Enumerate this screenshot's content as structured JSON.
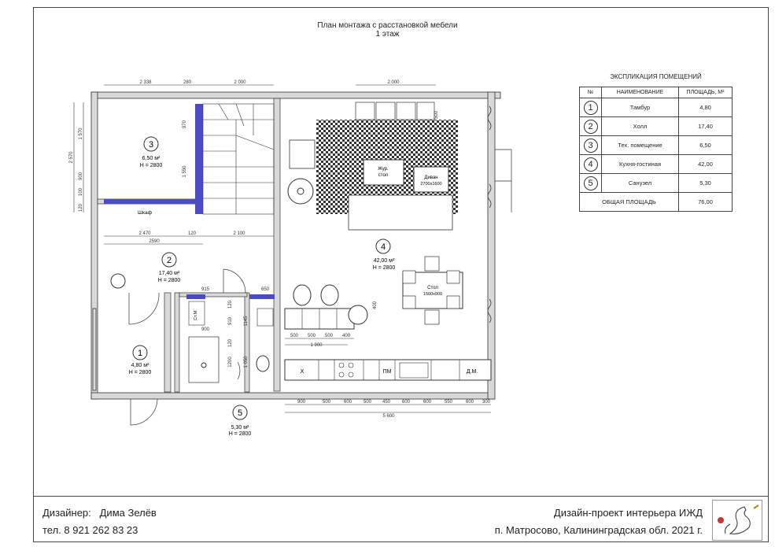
{
  "header": {
    "title_line1": "План монтажа с расстановкой мебели",
    "title_line2": "1 этаж"
  },
  "rooms": [
    {
      "num": "1",
      "area": "4,80 м²",
      "height": "Н = 2800"
    },
    {
      "num": "2",
      "area": "17,40 м²",
      "height": "Н = 2800"
    },
    {
      "num": "3",
      "area": "6,50 м²",
      "height": "Н = 2800"
    },
    {
      "num": "4",
      "area": "42,00 м²",
      "height": "Н = 2800"
    },
    {
      "num": "5",
      "area": "5,30 м²",
      "height": "Н = 2800"
    }
  ],
  "furniture": {
    "coffee_table_1": "Жур.",
    "coffee_table_2": "стол",
    "sofa_1": "Диван",
    "sofa_2": "2700х1600",
    "table_1": "Стол",
    "table_2": "1500х900",
    "wardrobe": "Шкаф",
    "kitchen_x": "Х",
    "kitchen_pm": "ПМ",
    "kitchen_dm": "Д.М.",
    "washer": "Ст.М."
  },
  "dimensions": {
    "top": [
      "2 338",
      "280",
      "2 000",
      "2 000"
    ],
    "left": [
      "1 570",
      "2 570",
      "900",
      "100",
      "120"
    ],
    "inner_horizontal": [
      "2 470",
      "120",
      "2 100",
      "2590"
    ],
    "inner_vertical": [
      "970",
      "1 550",
      "500",
      "400"
    ],
    "bathroom": [
      "915",
      "650",
      "120",
      "900",
      "910",
      "1145",
      "120",
      "1200",
      "1 050"
    ],
    "kitchen_upper": [
      "500",
      "500",
      "500",
      "400",
      "1 900"
    ],
    "bottom": [
      "900",
      "500",
      "600",
      "500",
      "450",
      "600",
      "600",
      "550",
      "600",
      "300"
    ],
    "bottom_total": "5 600"
  },
  "explication": {
    "title": "ЭКСПЛИКАЦИЯ ПОМЕЩЕНИЙ",
    "headers": [
      "№",
      "НАИМЕНОВАНИЕ",
      "ПЛОЩАДЬ, М²"
    ],
    "rows": [
      {
        "num": "1",
        "name": "Тамбур",
        "area": "4,80"
      },
      {
        "num": "2",
        "name": "Холл",
        "area": "17,40"
      },
      {
        "num": "3",
        "name": "Тех. помещение",
        "area": "6,50"
      },
      {
        "num": "4",
        "name": "Кухня-гостиная",
        "area": "42,00"
      },
      {
        "num": "5",
        "name": "Санузел",
        "area": "5,30"
      }
    ],
    "total_label": "ОБЩАЯ ПЛОЩАДЬ",
    "total_value": "76,00"
  },
  "footer": {
    "designer_label": "Дизайнер:",
    "designer_name": "Дима Зелёв",
    "phone": "тел. 8 921 262 83 23",
    "project": "Дизайн-проект интерьера  ИЖД",
    "location": "п. Матросово, Калининградская обл. 2021 г."
  },
  "colors": {
    "accent_wall": "#4b4bc8",
    "wall": "#d9d9d9",
    "line": "#333333"
  }
}
